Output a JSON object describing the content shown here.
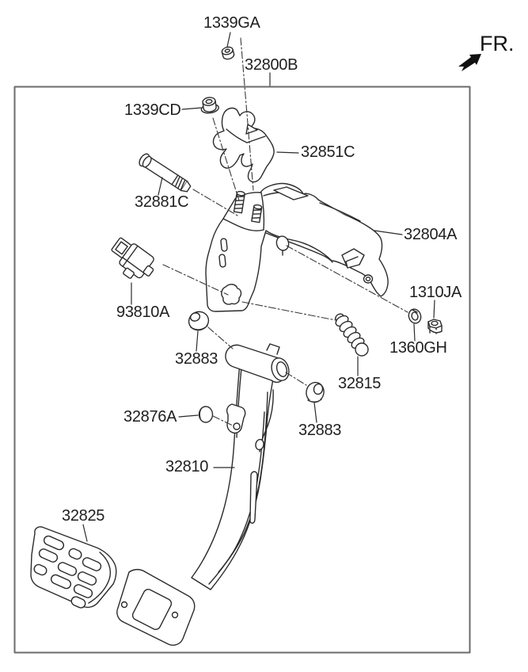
{
  "diagram": {
    "description": "Brake pedal assembly exploded parts diagram",
    "orientation": {
      "label": "FR."
    },
    "part_labels": [
      {
        "code": "1339GA"
      },
      {
        "code": "32800B"
      },
      {
        "code": "1339CD"
      },
      {
        "code": "32851C"
      },
      {
        "code": "32881C"
      },
      {
        "code": "32804A"
      },
      {
        "code": "93810A"
      },
      {
        "code": "1310JA"
      },
      {
        "code": "1360GH"
      },
      {
        "code": "32883"
      },
      {
        "code": "32815"
      },
      {
        "code": "32883"
      },
      {
        "code": "32876A"
      },
      {
        "code": "32810"
      },
      {
        "code": "32825"
      }
    ],
    "colors": {
      "line": "#2b2b2b",
      "border": "#6b6b6b",
      "background": "#ffffff"
    }
  }
}
